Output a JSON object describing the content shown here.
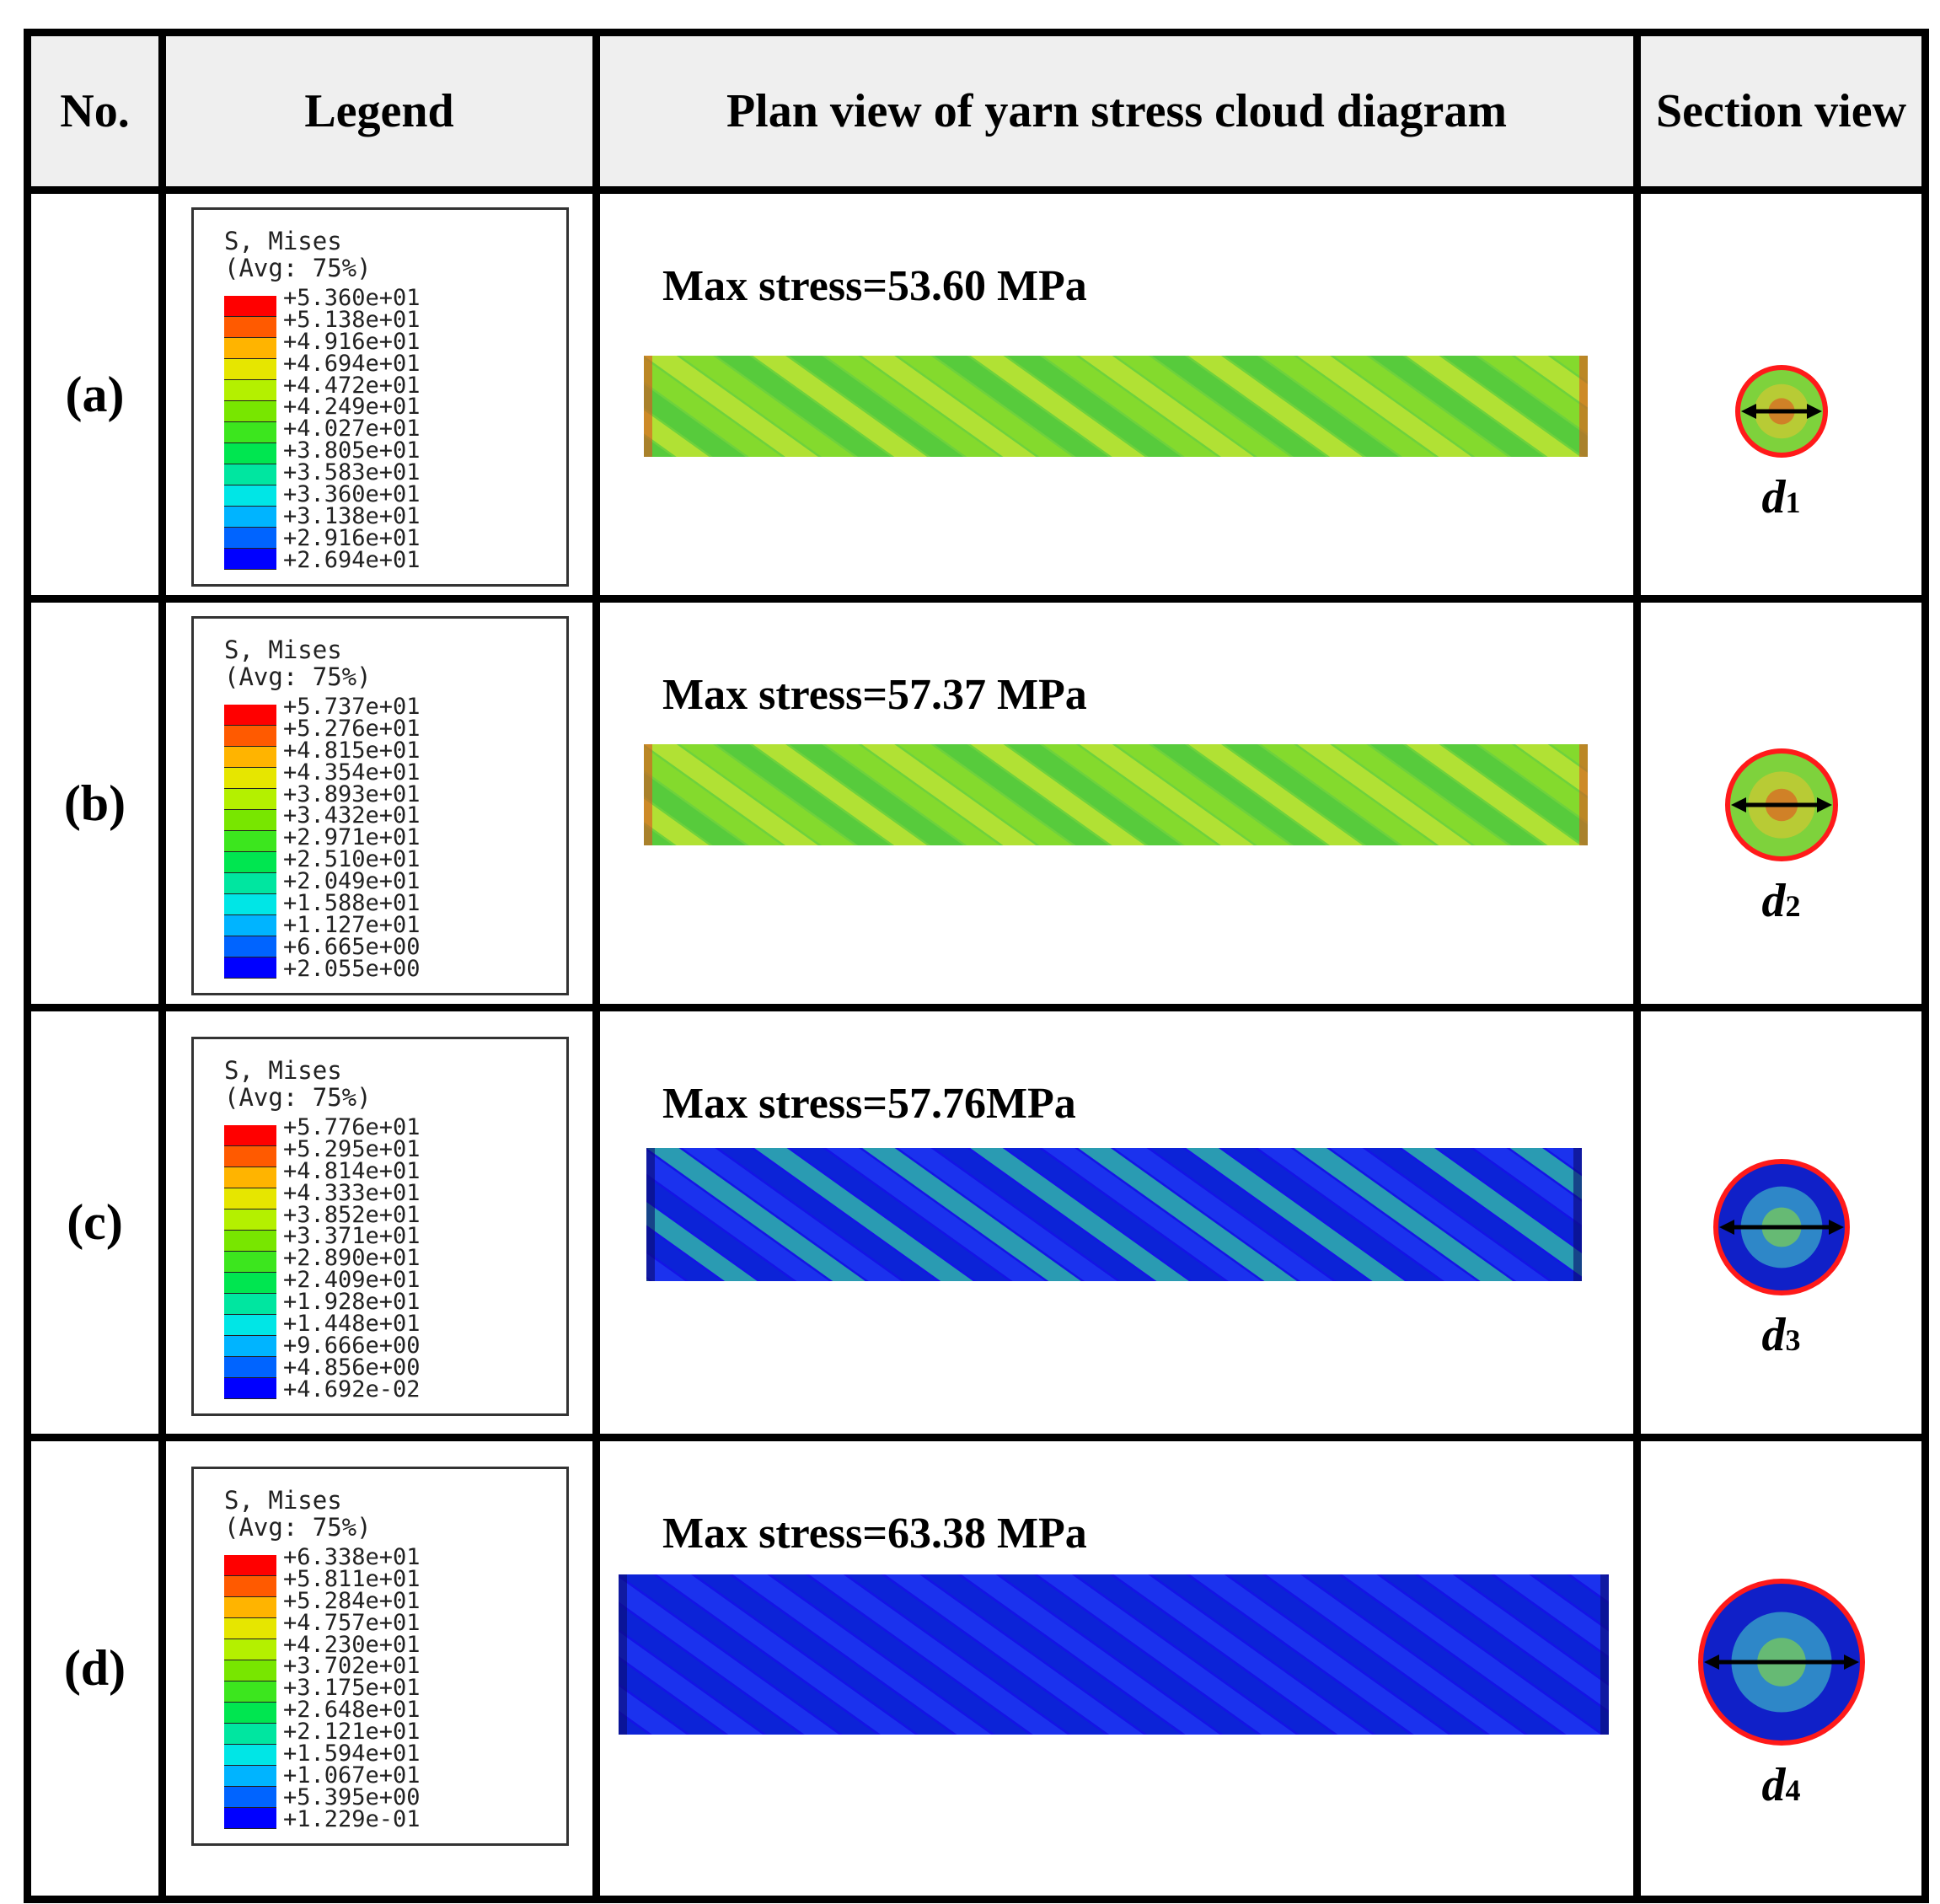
{
  "headers": {
    "no": "No.",
    "legend": "Legend",
    "plan": "Plan view of yarn stress cloud diagram",
    "section": "Section view"
  },
  "legend_colors": [
    "#ff0000",
    "#ff5a00",
    "#ffb400",
    "#e6e600",
    "#b4f000",
    "#78e600",
    "#3ce61e",
    "#00e650",
    "#00e6a0",
    "#00e6e6",
    "#00b4ff",
    "#0064ff",
    "#0000ff"
  ],
  "rows": [
    {
      "label": "(a)",
      "legend_title": "S, Mises",
      "legend_avg": "(Avg: 75%)",
      "legend_values": [
        "+5.360e+01",
        "+5.138e+01",
        "+4.916e+01",
        "+4.694e+01",
        "+4.472e+01",
        "+4.249e+01",
        "+4.027e+01",
        "+3.805e+01",
        "+3.583e+01",
        "+3.360e+01",
        "+3.138e+01",
        "+2.916e+01",
        "+2.694e+01"
      ],
      "max_stress": "Max stress=53.60 MPa",
      "diameter_symbol": "d",
      "diameter_sub": "1",
      "yarn_color": "green"
    },
    {
      "label": "(b)",
      "legend_title": "S, Mises",
      "legend_avg": "(Avg: 75%)",
      "legend_values": [
        "+5.737e+01",
        "+5.276e+01",
        "+4.815e+01",
        "+4.354e+01",
        "+3.893e+01",
        "+3.432e+01",
        "+2.971e+01",
        "+2.510e+01",
        "+2.049e+01",
        "+1.588e+01",
        "+1.127e+01",
        "+6.665e+00",
        "+2.055e+00"
      ],
      "max_stress": "Max stress=57.37 MPa",
      "diameter_symbol": "d",
      "diameter_sub": "2",
      "yarn_color": "green"
    },
    {
      "label": "(c)",
      "legend_title": "S, Mises",
      "legend_avg": "(Avg: 75%)",
      "legend_values": [
        "+5.776e+01",
        "+5.295e+01",
        "+4.814e+01",
        "+4.333e+01",
        "+3.852e+01",
        "+3.371e+01",
        "+2.890e+01",
        "+2.409e+01",
        "+1.928e+01",
        "+1.448e+01",
        "+9.666e+00",
        "+4.856e+00",
        "+4.692e-02"
      ],
      "max_stress": "Max stress=57.76MPa",
      "diameter_symbol": "d",
      "diameter_sub": "3",
      "yarn_color": "blue"
    },
    {
      "label": "(d)",
      "legend_title": "S, Mises",
      "legend_avg": "(Avg: 75%)",
      "legend_values": [
        "+6.338e+01",
        "+5.811e+01",
        "+5.284e+01",
        "+4.757e+01",
        "+4.230e+01",
        "+3.702e+01",
        "+3.175e+01",
        "+2.648e+01",
        "+2.121e+01",
        "+1.594e+01",
        "+1.067e+01",
        "+5.395e+00",
        "+1.229e-01"
      ],
      "max_stress": "Max stress=63.38 MPa",
      "diameter_symbol": "d",
      "diameter_sub": "4",
      "yarn_color": "blue"
    }
  ]
}
